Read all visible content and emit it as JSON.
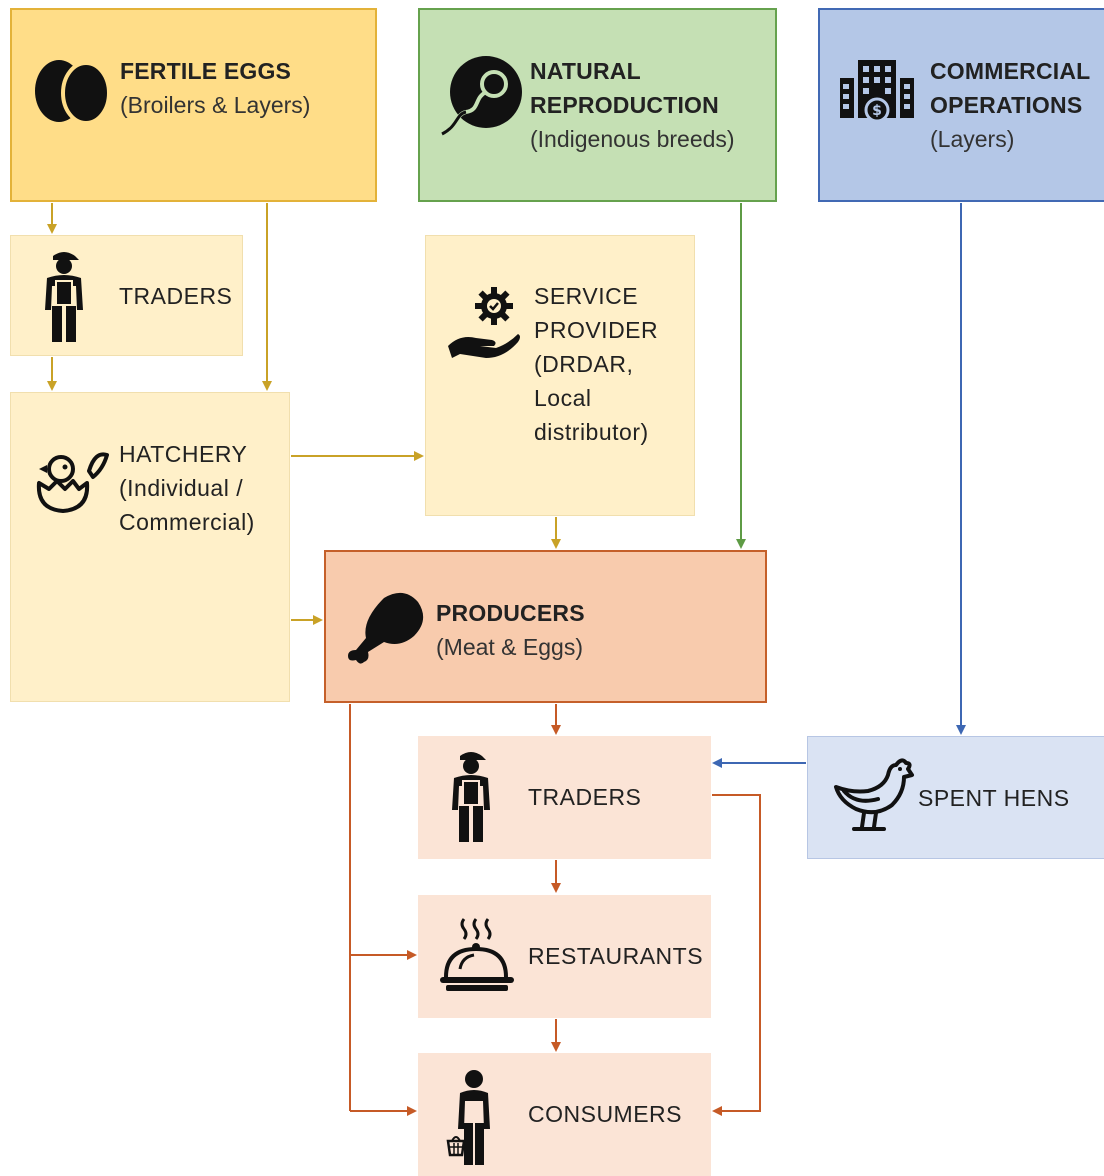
{
  "nodes": {
    "fertile_eggs": {
      "title": "FERTILE EGGS",
      "subtitle": "(Broilers & Layers)",
      "icon": "eggs-icon"
    },
    "natural_reproduction": {
      "title_line1": "NATURAL",
      "title_line2": "REPRODUCTION",
      "subtitle": "(Indigenous breeds)",
      "icon": "egg-sperm-icon"
    },
    "commercial_operations": {
      "title_line1": "COMMERCIAL",
      "title_line2": "OPERATIONS",
      "subtitle": "(Layers)",
      "icon": "building-icon"
    },
    "traders_top": {
      "label": "TRADERS",
      "icon": "trader-icon"
    },
    "hatchery": {
      "line1": "HATCHERY",
      "line2": "(Individual /",
      "line3": "Commercial)",
      "icon": "hatching-chick-icon"
    },
    "service_provider": {
      "line1": "SERVICE",
      "line2": "PROVIDER",
      "line3": "(DRDAR,",
      "line4": "Local",
      "line5": "distributor)",
      "icon": "hand-gear-icon"
    },
    "producers": {
      "title": "PRODUCERS",
      "subtitle": "(Meat & Eggs)",
      "icon": "drumstick-icon"
    },
    "traders_mid": {
      "label": "TRADERS",
      "icon": "trader-icon"
    },
    "restaurants": {
      "label": "RESTAURANTS",
      "icon": "food-platter-icon"
    },
    "consumers": {
      "label": "CONSUMERS",
      "icon": "shopper-icon"
    },
    "spent_hens": {
      "label": "SPENT HENS",
      "icon": "hen-icon"
    }
  },
  "colors": {
    "yellow_flow": "#c9a227",
    "green_flow": "#5e9b45",
    "blue_flow": "#3d67b3",
    "orange_flow": "#c65a26"
  },
  "edges": [
    {
      "from": "fertile_eggs",
      "to": "traders_top",
      "color": "yellow"
    },
    {
      "from": "fertile_eggs",
      "to": "hatchery",
      "color": "yellow"
    },
    {
      "from": "traders_top",
      "to": "hatchery",
      "color": "yellow"
    },
    {
      "from": "hatchery",
      "to": "service_provider",
      "color": "yellow"
    },
    {
      "from": "hatchery",
      "to": "producers",
      "color": "yellow"
    },
    {
      "from": "service_provider",
      "to": "producers",
      "color": "yellow"
    },
    {
      "from": "natural_reproduction",
      "to": "producers",
      "color": "green"
    },
    {
      "from": "commercial_operations",
      "to": "spent_hens",
      "color": "blue"
    },
    {
      "from": "spent_hens",
      "to": "traders_mid",
      "color": "blue"
    },
    {
      "from": "producers",
      "to": "traders_mid",
      "color": "orange"
    },
    {
      "from": "producers",
      "to": "restaurants",
      "color": "orange"
    },
    {
      "from": "producers",
      "to": "consumers",
      "color": "orange"
    },
    {
      "from": "traders_mid",
      "to": "restaurants",
      "color": "orange"
    },
    {
      "from": "traders_mid",
      "to": "consumers",
      "color": "orange"
    },
    {
      "from": "restaurants",
      "to": "consumers",
      "color": "orange"
    }
  ]
}
